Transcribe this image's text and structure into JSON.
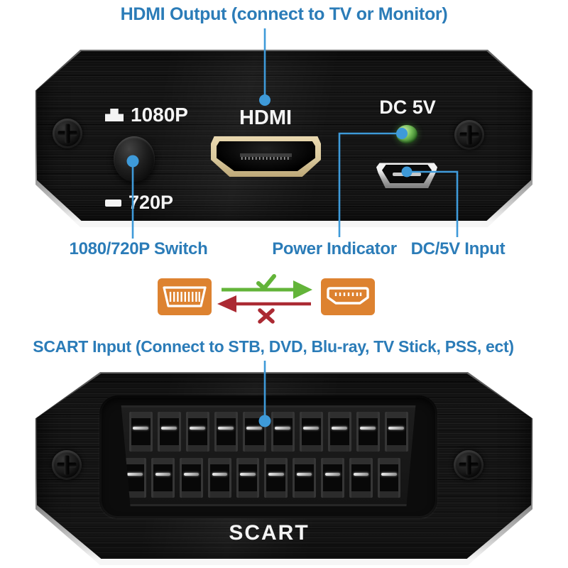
{
  "annotations": {
    "hdmi_output": "HDMI Output (connect to TV or Monitor)",
    "switch": "1080/720P Switch",
    "power_indicator": "Power Indicator",
    "dc_input": "DC/5V Input",
    "scart_input": "SCART Input (Connect to STB, DVD, Blu-ray, TV Stick, PSS, ect)"
  },
  "top_device": {
    "resolution_high": "1080P",
    "resolution_low": "720P",
    "hdmi_label": "HDMI",
    "dc_label": "DC 5V"
  },
  "bottom_device": {
    "scart_label": "SCART",
    "pin_count_top_row": 10,
    "pin_count_bottom_row": 10
  },
  "icons": {
    "scart_plug": "scart-plug-icon",
    "hdmi_plug": "hdmi-plug-icon",
    "allowed": "check-icon",
    "blocked": "x-icon",
    "resolution_high": "raised-switch-icon",
    "resolution_low": "flat-switch-icon"
  },
  "colors": {
    "label_blue": "#2b7cb8",
    "pointer_blue": "#3e9ad9",
    "arrow_green": "#63b439",
    "arrow_red": "#ab2a33",
    "icon_orange": "#dd8230",
    "hdmi_gold": "#d9c89c",
    "led_green": "#56a546",
    "device_black": "#131313"
  }
}
